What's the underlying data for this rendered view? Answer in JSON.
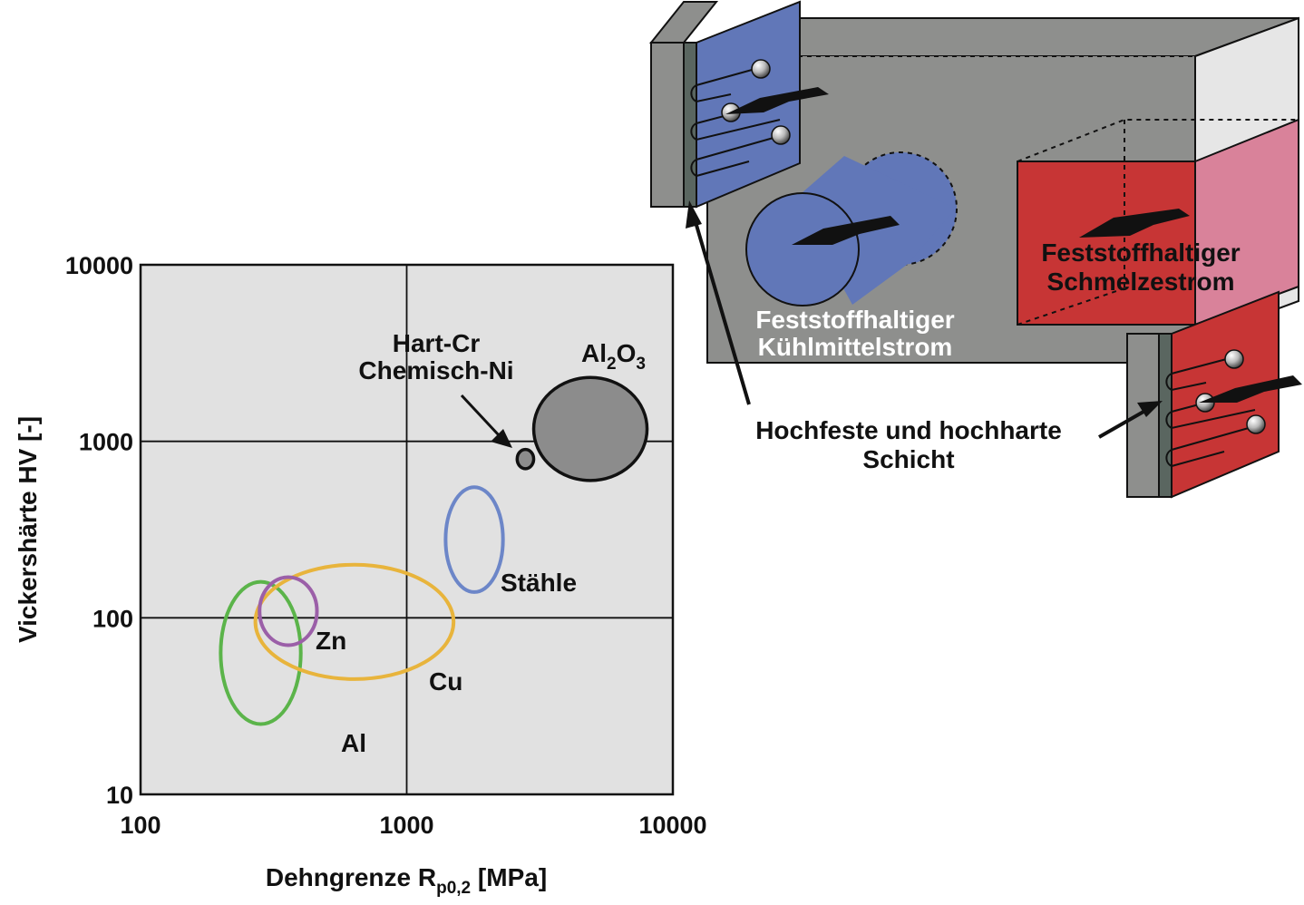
{
  "chart_data": {
    "type": "scatter",
    "x_scale": "log",
    "y_scale": "log",
    "xlim": [
      100,
      10000
    ],
    "ylim": [
      10,
      10000
    ],
    "grid": true,
    "xlabel_main": "Dehngrenze R",
    "xlabel_sub": "p0,2",
    "xlabel_unit": " [MPa]",
    "ylabel": "Vickershärte HV [-]",
    "x_ticks": [
      "100",
      "1000",
      "10000"
    ],
    "y_ticks": [
      "10",
      "100",
      "1000",
      "10000"
    ],
    "regions": [
      {
        "name": "Al",
        "x_range": [
          200,
          400
        ],
        "y_range": [
          25,
          160
        ],
        "color": "#5bb44a",
        "filled": false
      },
      {
        "name": "Cu",
        "x_range": [
          270,
          1500
        ],
        "y_range": [
          45,
          200
        ],
        "color": "#e8b43c",
        "filled": false
      },
      {
        "name": "Zn",
        "x_range": [
          280,
          460
        ],
        "y_range": [
          70,
          170
        ],
        "color": "#9b5fa8",
        "filled": false
      },
      {
        "name": "Stähle",
        "x_range": [
          1400,
          2300
        ],
        "y_range": [
          140,
          550
        ],
        "color": "#6c86c8",
        "filled": false
      },
      {
        "name": "Hart-Cr Chemisch-Ni",
        "x_range": [
          2600,
          3000
        ],
        "y_range": [
          700,
          900
        ],
        "color": "#8c8c8c",
        "filled": true
      },
      {
        "name": "Al2O3",
        "x_range": [
          3000,
          8000
        ],
        "y_range": [
          600,
          2300
        ],
        "color": "#8c8c8c",
        "filled": true
      }
    ]
  },
  "labels": {
    "hartcr_line1": "Hart-Cr",
    "hartcr_line2": "Chemisch-Ni",
    "al2o3_main": "Al",
    "al2o3_sub1": "2",
    "al2o3_mid": "O",
    "al2o3_sub2": "3",
    "staehle": "Stähle",
    "zn": "Zn",
    "cu": "Cu",
    "al": "Al"
  },
  "diagram": {
    "coolant_line1": "Feststoffhaltiger",
    "coolant_line2": "Kühlmittelstrom",
    "melt_line1": "Feststoffhaltiger",
    "melt_line2": "Schmelzestrom",
    "layer_line1": "Hochfeste und hochharte",
    "layer_line2": "Schicht",
    "colors": {
      "housing": "#8e8f8d",
      "coolant": "#6177b8",
      "melt": "#c73535",
      "melt_light": "#d9829a",
      "light_face": "#e6e6e6"
    }
  }
}
